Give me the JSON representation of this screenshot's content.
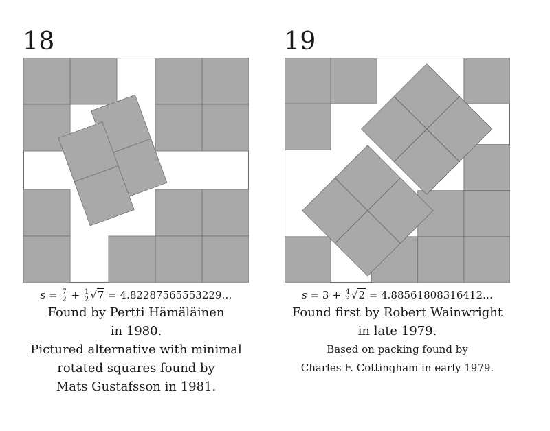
{
  "panels": [
    {
      "number": "18",
      "formula": {
        "var": "s",
        "eq": "=",
        "a_num": "7",
        "a_den": "2",
        "plus": "+",
        "b_num": "1",
        "b_den": "2",
        "root": "√",
        "radicand": "7",
        "value": "= 4.82287565553229…"
      },
      "caption_lines": [
        "Found by Pertti Hämäläinen",
        "in 1980.",
        "Pictured alternative with minimal",
        "rotated squares found by",
        "Mats Gustafsson in 1981."
      ],
      "side_length": 4.82287565553229,
      "unit_squares": [
        {
          "x": 0,
          "y": 0,
          "r": 0
        },
        {
          "x": 1,
          "y": 0,
          "r": 0
        },
        {
          "x": 2.82287565553229,
          "y": 0,
          "r": 0
        },
        {
          "x": 3.82287565553229,
          "y": 0,
          "r": 0
        },
        {
          "x": 0,
          "y": 1,
          "r": 0
        },
        {
          "x": 2.82287565553229,
          "y": 1,
          "r": 0
        },
        {
          "x": 3.82287565553229,
          "y": 1,
          "r": 0
        },
        {
          "x": 0,
          "y": 2.82287565553229,
          "r": 0
        },
        {
          "x": 2.82287565553229,
          "y": 2.82287565553229,
          "r": 0
        },
        {
          "x": 3.82287565553229,
          "y": 2.82287565553229,
          "r": 0
        },
        {
          "x": 0,
          "y": 3.82287565553229,
          "r": 0
        },
        {
          "x": 1.82287565553229,
          "y": 3.82287565553229,
          "r": 0
        },
        {
          "x": 2.82287565553229,
          "y": 3.82287565553229,
          "r": 0
        },
        {
          "x": 3.82287565553229,
          "y": 3.82287565553229,
          "r": 0
        },
        {
          "x": 2.09,
          "y": 1.44,
          "r": -20
        },
        {
          "x": 2.43,
          "y": 2.38,
          "r": -20
        },
        {
          "x": 1.39,
          "y": 2.02,
          "r": -20
        },
        {
          "x": 1.73,
          "y": 2.96,
          "r": -20
        }
      ]
    },
    {
      "number": "19",
      "formula": {
        "var": "s",
        "eq": "=",
        "a": "3",
        "plus": "+",
        "b_num": "4",
        "b_den": "3",
        "root": "√",
        "radicand": "2",
        "value": "= 4.88561808316412…"
      },
      "caption_lines": [
        "Found first by Robert Wainwright",
        "in late 1979."
      ],
      "caption_lines_small": [
        "Based on packing found by",
        "Charles F. Cottingham in early 1979."
      ],
      "side_length": 4.88561808316412,
      "unit_squares": [
        {
          "x": 0,
          "y": 0,
          "r": 0
        },
        {
          "x": 1,
          "y": 0,
          "r": 0
        },
        {
          "x": 3.88561808316412,
          "y": 0,
          "r": 0
        },
        {
          "x": 0,
          "y": 1,
          "r": 0
        },
        {
          "x": 3.88561808316412,
          "y": 1.88561808316412,
          "r": 0
        },
        {
          "x": 2.88561808316412,
          "y": 2.88561808316412,
          "r": 0
        },
        {
          "x": 3.88561808316412,
          "y": 2.88561808316412,
          "r": 0
        },
        {
          "x": 0,
          "y": 3.88561808316412,
          "r": 0
        },
        {
          "x": 1.88561808316412,
          "y": 3.88561808316412,
          "r": 0
        },
        {
          "x": 2.88561808316412,
          "y": 3.88561808316412,
          "r": 0
        },
        {
          "x": 3.88561808316412,
          "y": 3.88561808316412,
          "r": 0
        },
        {
          "x": 3.08,
          "y": 0.84,
          "r": -45
        },
        {
          "x": 3.79,
          "y": 1.55,
          "r": -45
        },
        {
          "x": 2.37,
          "y": 1.55,
          "r": -45
        },
        {
          "x": 3.08,
          "y": 2.26,
          "r": -45
        },
        {
          "x": 1.8,
          "y": 2.61,
          "r": -45
        },
        {
          "x": 2.51,
          "y": 3.32,
          "r": -45
        },
        {
          "x": 1.09,
          "y": 3.32,
          "r": -45
        },
        {
          "x": 1.8,
          "y": 4.03,
          "r": -45
        }
      ]
    }
  ]
}
